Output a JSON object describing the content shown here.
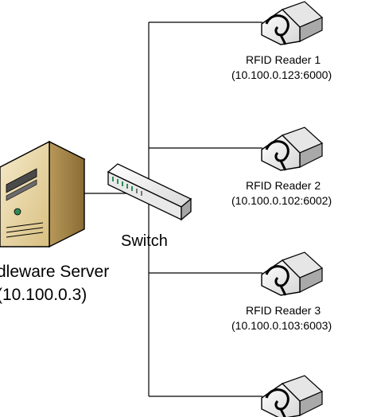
{
  "diagram": {
    "switch_label": "Switch",
    "server": {
      "name": "dleware Server",
      "address": "(10.100.0.3)"
    },
    "readers": [
      {
        "name": "RFID Reader 1",
        "address": "(10.100.0.123:6000)"
      },
      {
        "name": "RFID Reader 2",
        "address": "(10.100.0.102:6002)"
      },
      {
        "name": "RFID Reader 3",
        "address": "(10.100.0.103:6003)"
      }
    ]
  },
  "colors": {
    "line": "#000000",
    "device_face": "#f2f2f2",
    "device_side": "#b8b8b8",
    "server_body": "#e9d7a6",
    "server_side": "#a98a4a"
  }
}
